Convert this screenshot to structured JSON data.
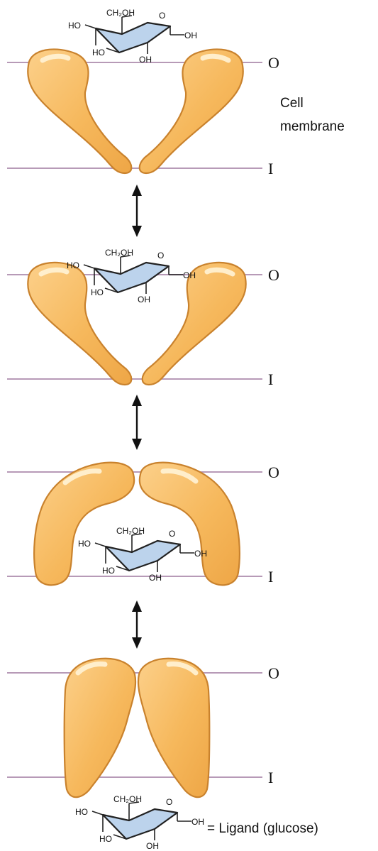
{
  "labels": {
    "outside": "O",
    "inside": "I",
    "membrane_line1": "Cell",
    "membrane_line2": "membrane",
    "legend": "= Ligand (glucose)"
  },
  "glucose": {
    "ch2oh": "CH₂OH",
    "ring_o": "O",
    "ho_upper": "HO",
    "ho_lower": "HO",
    "oh_bottom": "OH",
    "oh_right": "OH"
  },
  "colors": {
    "protein": "#f6b85c",
    "protein_outline": "#c9822d",
    "membrane_line": "#b79ab7",
    "glucose_ring": "#bcd3ec"
  }
}
